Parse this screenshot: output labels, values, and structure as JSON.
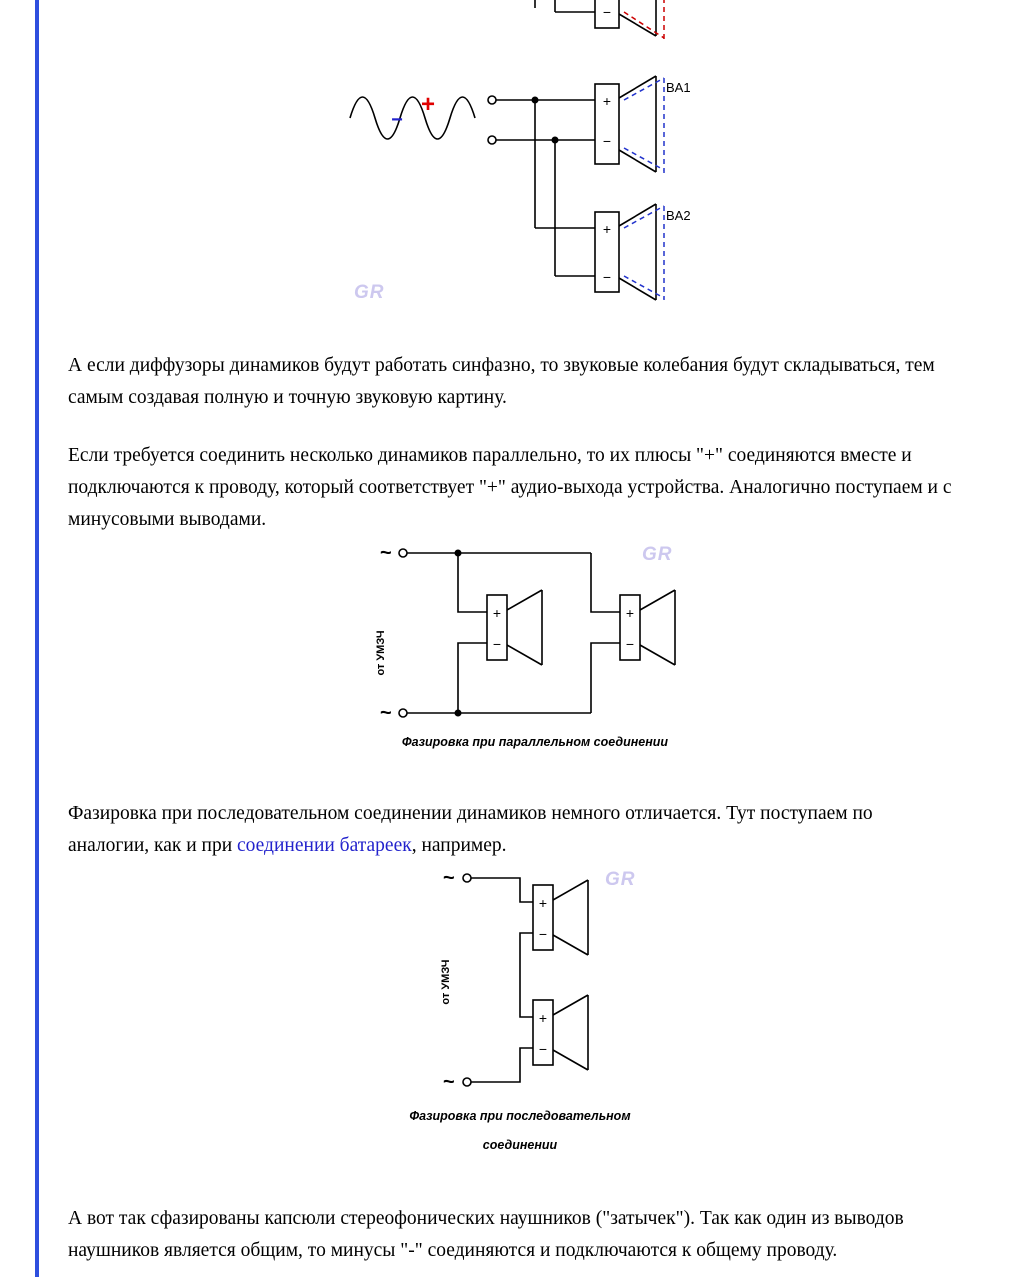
{
  "page": {
    "background": "#ffffff",
    "accent_border_color": "#2e4fde",
    "link_color": "#2222cc",
    "dashed_inphase_color": "#2233cc",
    "dashed_antiphase_color": "#cc0000",
    "watermark_color": "#cdc8ef"
  },
  "article": {
    "p1": "А если диффузоры динамиков будут работать синфазно, то звуковые колебания будут складываться, тем самым создавая полную и точную звуковую картину.",
    "p2": "Если требуется соединить несколько динамиков параллельно, то их плюсы \"+\" соединяются вместе и подключаются к проводу, который соответствует \"+\" аудио-выхода устройства. Аналогично поступаем и с минусовыми выводами.",
    "p3_before_link": "Фазировка при последовательном соединении динамиков немного отличается. Тут поступаем по аналогии, как и при ",
    "p3_link": "соединении батареек",
    "p3_after_link": ", например.",
    "p4": "А вот так сфазированы капсюли стереофонических наушников (\"затычек\"). Так как один из выводов наушников является общим, то минусы \"-\" соединяются и подключаются к общему проводу."
  },
  "figure_phase": {
    "ba1_label": "BA1",
    "ba2_label": "BA2",
    "plus": "+",
    "minus": "−",
    "wave_plus": "+",
    "wave_minus": "−",
    "cutoff_minus": "−",
    "watermark": "GR"
  },
  "figure_parallel": {
    "amp_label": "от УМЗЧ",
    "tilde_top": "~",
    "tilde_bottom": "~",
    "plus": "+",
    "minus": "−",
    "caption": "Фазировка при параллельном соединении",
    "watermark": "GR"
  },
  "figure_series": {
    "amp_label": "от УМЗЧ",
    "tilde_top": "~",
    "tilde_bottom": "~",
    "speaker1_plus": "+",
    "speaker1_minus": "−",
    "speaker2_plus": "+",
    "speaker2_minus": "−",
    "caption_line1": "Фазировка при последовательном",
    "caption_line2": "соединении",
    "watermark": "GR"
  }
}
